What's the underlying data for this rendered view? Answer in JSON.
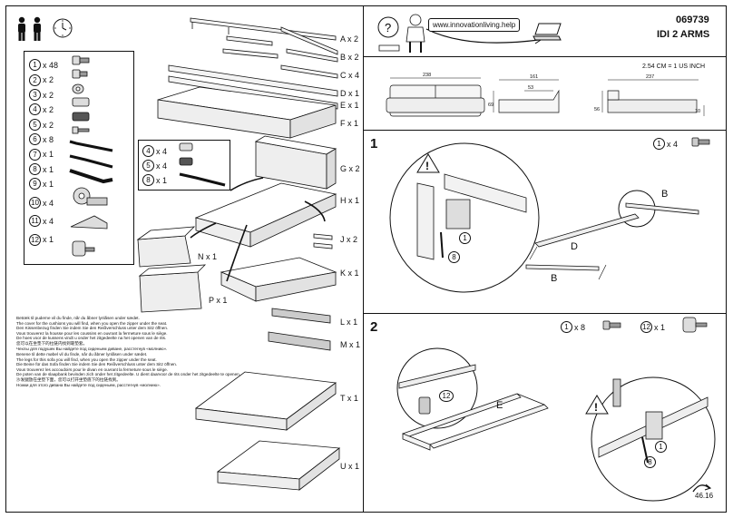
{
  "header": {
    "product_code": "069739",
    "product_name": "IDI 2 ARMS",
    "help_url": "www.innovationliving.help",
    "conversion": "2.54 CM = 1 US INCH"
  },
  "dimensions": {
    "front_width": "238",
    "side_depth": "161",
    "side_width_inner": "53",
    "side_height": "69",
    "bed_length": "237",
    "bed_height": "56",
    "bed_thickness": "10"
  },
  "hardware_list": [
    {
      "num": "1",
      "qty": "x 48"
    },
    {
      "num": "2",
      "qty": "x 2"
    },
    {
      "num": "3",
      "qty": "x 2"
    },
    {
      "num": "4",
      "qty": "x 2"
    },
    {
      "num": "5",
      "qty": "x 2"
    },
    {
      "num": "6",
      "qty": "x 8"
    },
    {
      "num": "7",
      "qty": "x 1"
    },
    {
      "num": "8",
      "qty": "x 1"
    },
    {
      "num": "9",
      "qty": "x 1"
    },
    {
      "num": "10",
      "qty": "x 4"
    },
    {
      "num": "11",
      "qty": "x 4"
    },
    {
      "num": "12",
      "qty": "x 1"
    }
  ],
  "hardware_sub": [
    {
      "num": "4",
      "qty": "x 4"
    },
    {
      "num": "5",
      "qty": "x 4"
    },
    {
      "num": "8",
      "qty": "x 1"
    }
  ],
  "parts": {
    "A": "A x 2",
    "B": "B x 2",
    "C": "C x 4",
    "D": "D x 1",
    "E": "E x 1",
    "F": "F x 1",
    "G": "G x 2",
    "H": "H x 1",
    "J": "J x 2",
    "K": "K x 1",
    "N": "N x 1",
    "P": "P x 1",
    "L": "L x 1",
    "M": "M x 1",
    "T": "T x 1",
    "U": "U x 1"
  },
  "note_1": [
    "Betræk til puderne vil du finde, når du åbner lynlåsen under sædet.",
    "The cover for the cushions you will find, when you open the zipper under the seat.",
    "Den Kissenbezug finden Sie indem Sie den Reißverschluss unter dem Sitz öffnen.",
    "Vous trouverez la housse pour les coussins en ouvrant la fermeture sous le siège.",
    "De hoes voor de kussens vindt u onder het zitgedeelte na het openen van de rits.",
    "您可以在坐垫下的拉链内找到靠垫套。",
    "Чехлы для подушек Вы найдете под сиденьем диване, расстегнув «молнию»."
  ],
  "note_2": [
    "Benene til dette møbel vil du finde, når du åbner lynlåsen under sædet.",
    "The legs for this sofa you will find, when you open the zipper under the seat.",
    "Die Beine für das Sofa finden Sie indem Sie den Reißverschluss unter dem Sitz öffnen.",
    "Vous trouverez les accoudoirs pour le divan en ouvrant la fermeture sous le siège.",
    "De poten van de slaapbank bevinden zich onder het zitgedeelte. U dient daarvoor de rits onder het zitgedeelte te openen.",
    "沙发腿放在坐垫下面，您可以打开坐垫底下的拉链找到。",
    "Ножки для этого дивана Вы найдете под сиденьем, расстегнув «молнию»."
  ],
  "step1": {
    "number": "1",
    "hw_num": "1",
    "hw_qty": "x 4",
    "labels": {
      "B_top": "B",
      "D": "D",
      "B_bottom": "B",
      "c1": "1",
      "c8": "8"
    }
  },
  "step2": {
    "number": "2",
    "hw1_num": "1",
    "hw1_qty": "x 8",
    "hw2_num": "12",
    "hw2_qty": "x 1",
    "labels": {
      "c12": "12",
      "E": "E",
      "c1": "1",
      "c8": "8"
    }
  },
  "footer": {
    "page": "46.16"
  }
}
